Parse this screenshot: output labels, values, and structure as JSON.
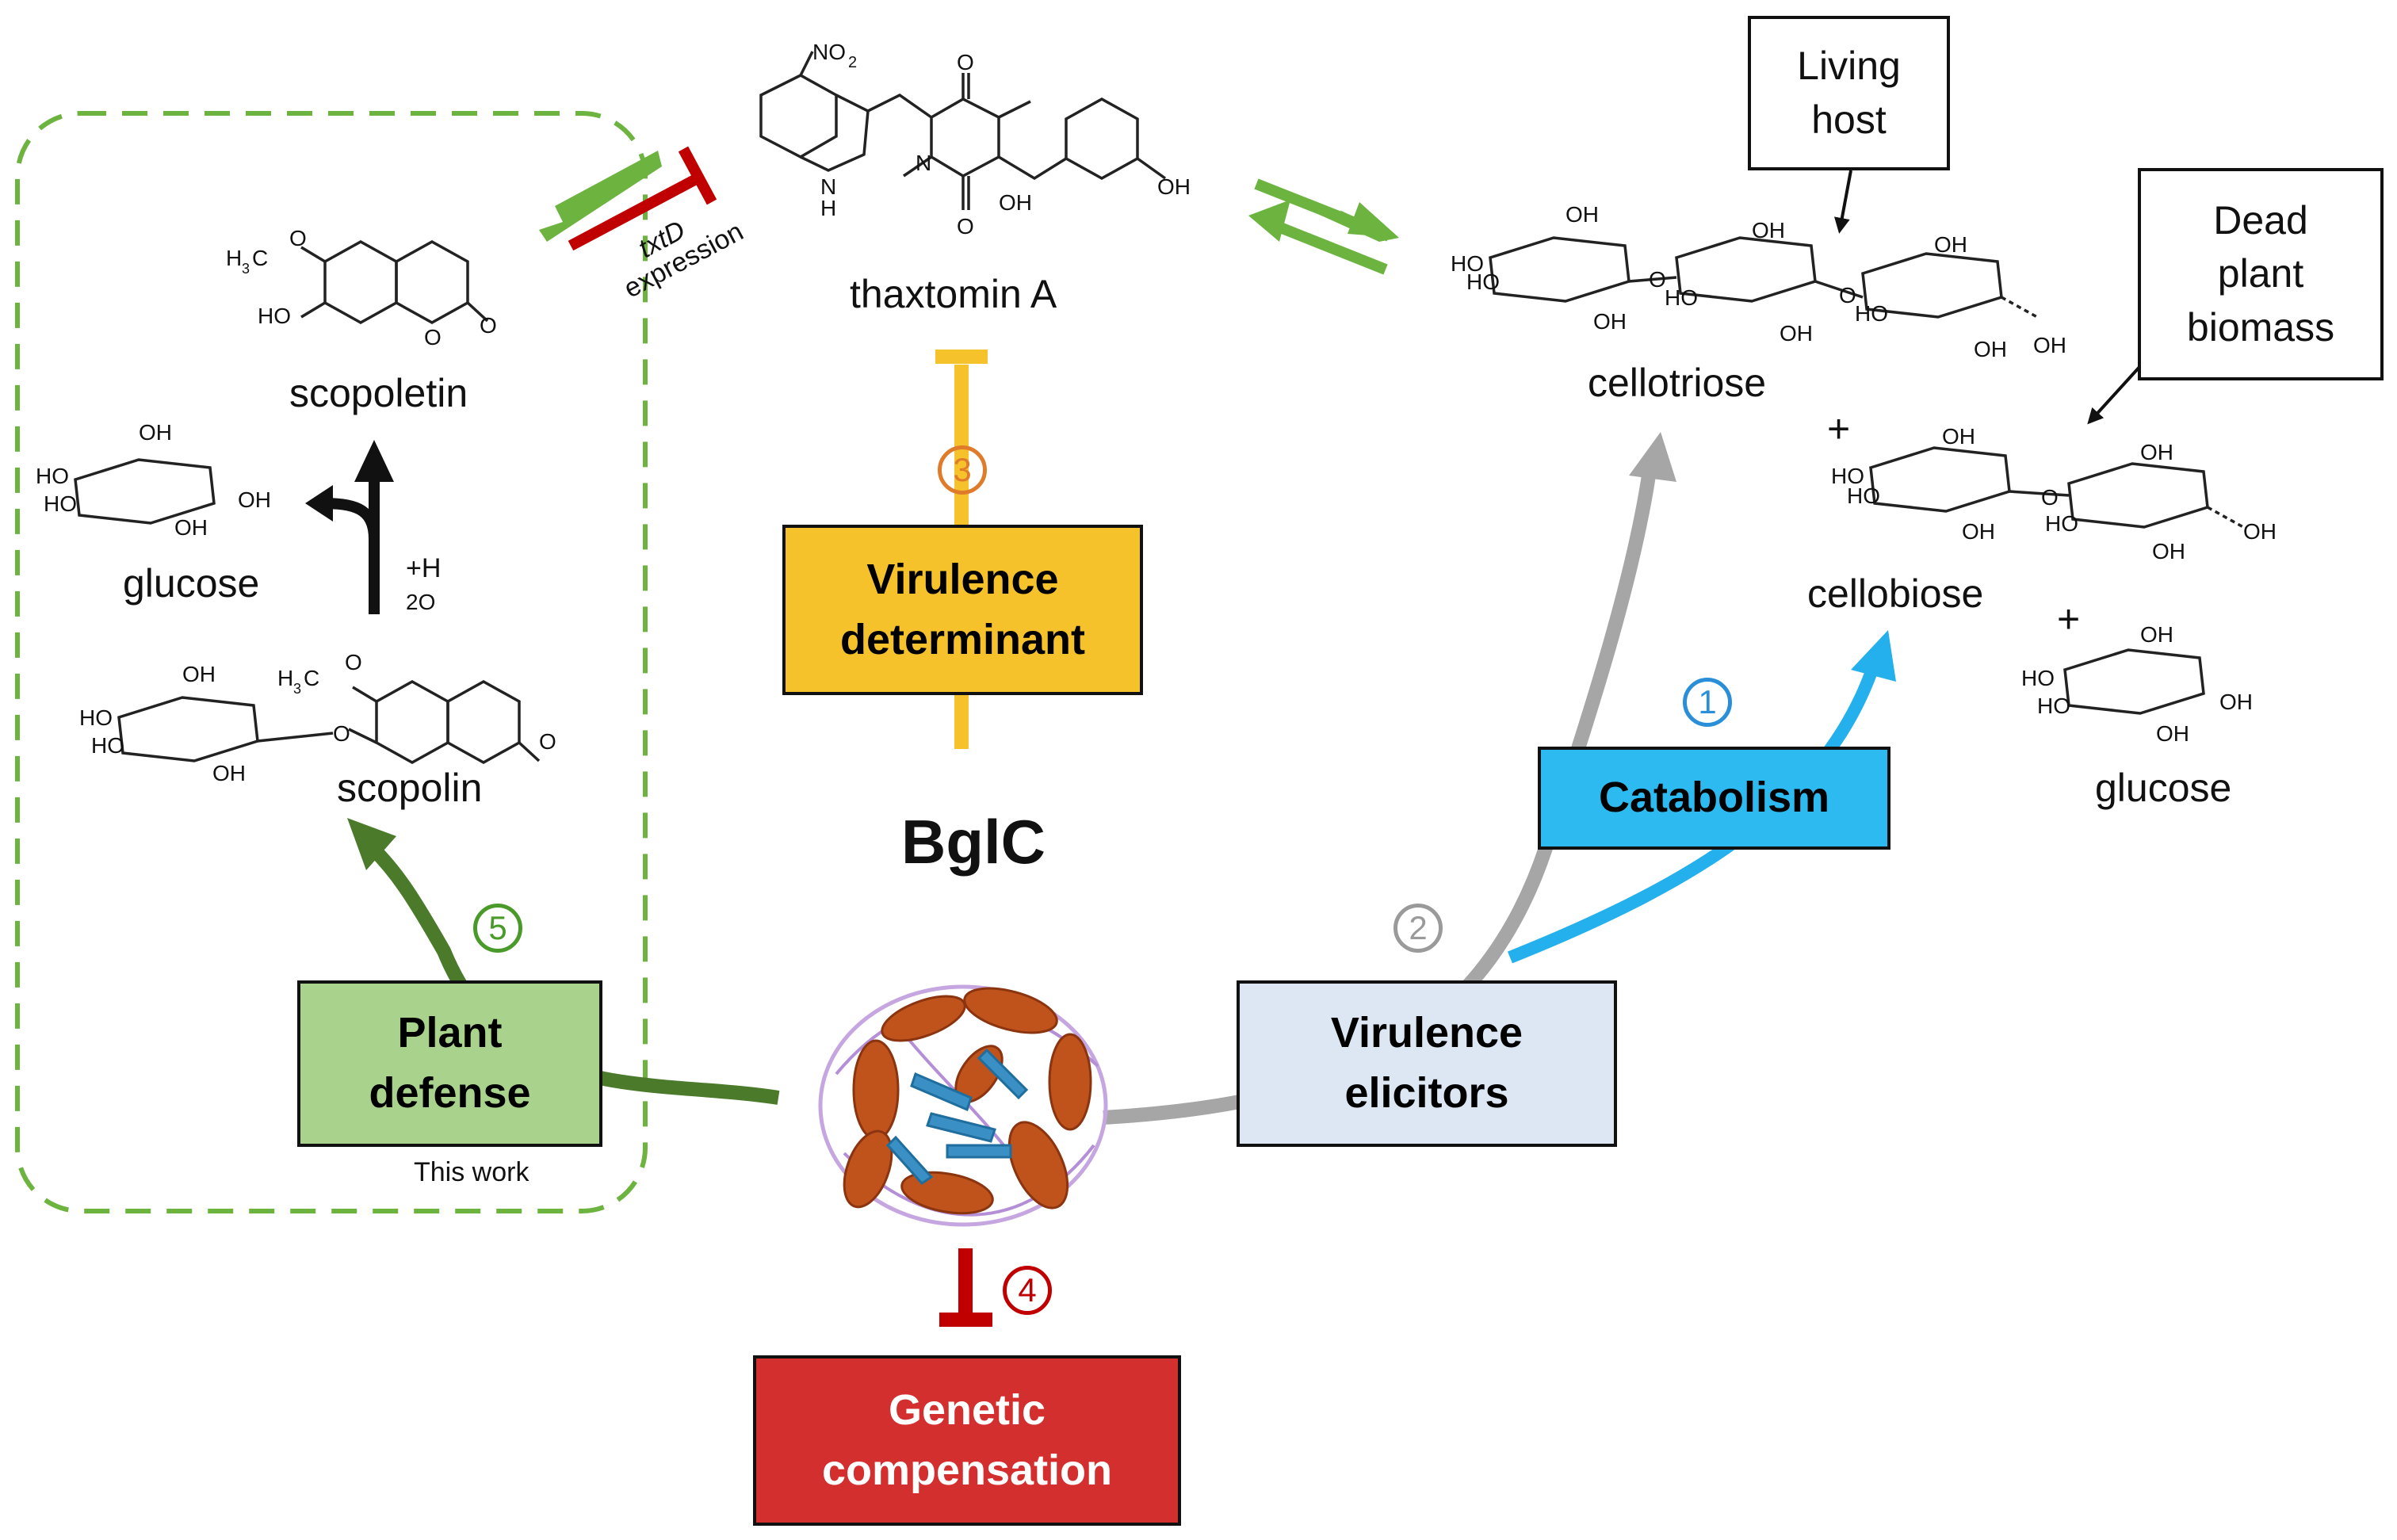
{
  "colors": {
    "virulence_determinant": "#f5c22b",
    "catabolism": "#2dbaf0",
    "plant_defense": "#a9d38c",
    "virulence_elicitors": "#dde6f3",
    "genetic_compensation": "#d32f2f",
    "green_arrow": "#4a7a2a",
    "light_green": "#6cb33f",
    "gray_arrow": "#a6a6a6",
    "blue_arrow": "#23b0ec",
    "orange_number": "#e07b2a",
    "dark_red": "#c00000"
  },
  "central": {
    "title": "BglC",
    "protein_icon": "protein-structure-icon"
  },
  "boxes": {
    "virulence_determinant": [
      "Virulence",
      "determinant"
    ],
    "catabolism": "Catabolism",
    "plant_defense": [
      "Plant",
      "defense"
    ],
    "virulence_elicitors": [
      "Virulence",
      "elicitors"
    ],
    "genetic_compensation": [
      "Genetic",
      "compensation"
    ]
  },
  "numbers": {
    "n1": "1",
    "n2": "2",
    "n3": "3",
    "n4": "4",
    "n5": "5"
  },
  "notes": {
    "living_host": [
      "Living",
      "host"
    ],
    "dead_plant_biomass": [
      "Dead",
      "plant",
      "biomass"
    ],
    "this_work": "This work"
  },
  "molecules": {
    "thaxtomin": "thaxtomin A",
    "cellotriose": "cellotriose",
    "cellobiose": "cellobiose",
    "glucose_right": "glucose",
    "scopoletin": "scopoletin",
    "glucose_left": "glucose",
    "scopolin": "scopolin"
  },
  "annotations": {
    "txtd_gene": "txtD",
    "expression": "expression",
    "water_h": "+H",
    "water_o": "2O",
    "plus": "+"
  },
  "atom_labels": {
    "no2": "NO",
    "no2_sub": "2",
    "oh": "OH",
    "ho": "HO",
    "o": "O",
    "nh": "N",
    "h": "H",
    "h3c": "H",
    "h3c_sub": "3",
    "h3c_c": "C"
  }
}
